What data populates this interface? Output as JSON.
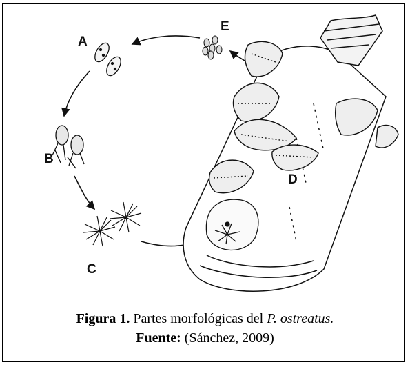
{
  "figure": {
    "labels": {
      "a": "A",
      "b": "B",
      "c": "C",
      "d": "D",
      "e": "E"
    },
    "caption": {
      "figure_label": "Figura 1.",
      "text_before": " Partes morfológicas del ",
      "species": "P. ostreatus.",
      "source_label": "Fuente:",
      "source_text": " (Sánchez, 2009)"
    }
  }
}
